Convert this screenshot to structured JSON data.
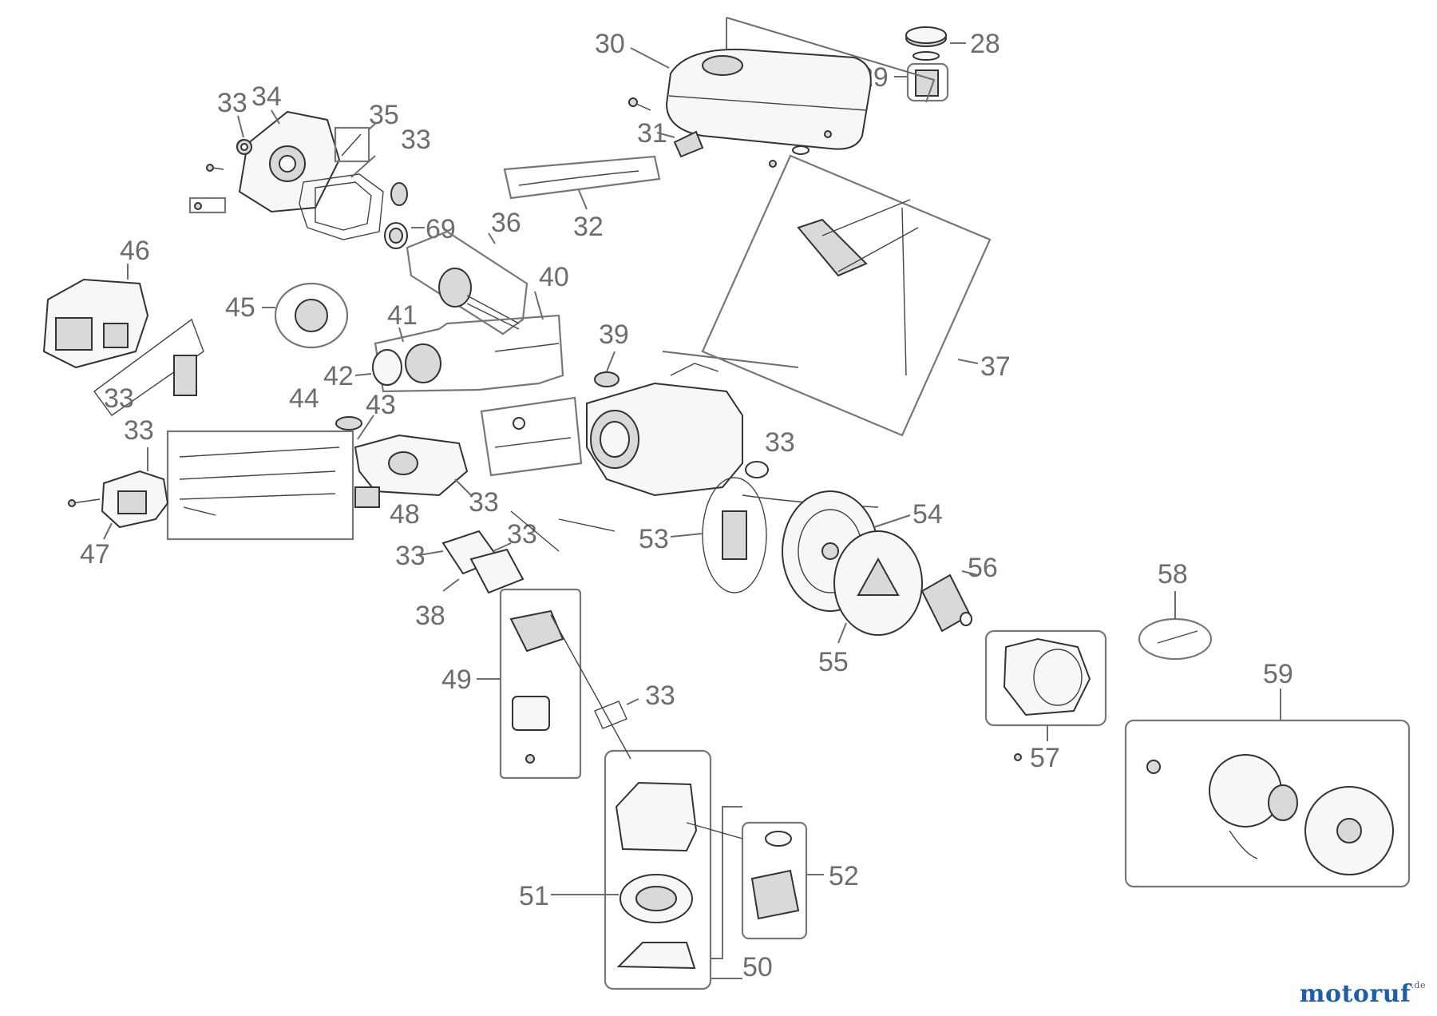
{
  "labels": {
    "l28": "28",
    "l29": "29",
    "l30": "30",
    "l31": "31",
    "l32": "32",
    "l33a": "33",
    "l34": "34",
    "l35": "35",
    "l33b": "33",
    "l69": "69",
    "l36": "36",
    "l46": "46",
    "l45": "45",
    "l40": "40",
    "l41": "41",
    "l39": "39",
    "l42": "42",
    "l33c": "33",
    "l44": "44",
    "l43": "43",
    "l37": "37",
    "l33d": "33",
    "l33e": "33",
    "l33f": "33",
    "l54": "54",
    "l47": "47",
    "l48": "48",
    "l53": "53",
    "l33g": "33",
    "l33h": "33",
    "l56": "56",
    "l38": "38",
    "l58": "58",
    "l55": "55",
    "l49": "49",
    "l33i": "33",
    "l59": "59",
    "l57": "57",
    "l52": "52",
    "l51": "51",
    "l50": "50"
  },
  "logo": {
    "main": "motoruf",
    "suffix": ".de"
  },
  "colors": {
    "label": "#6d6d6d",
    "logo_blue": "#1f5fa8",
    "logo_green": "#7ab648"
  }
}
